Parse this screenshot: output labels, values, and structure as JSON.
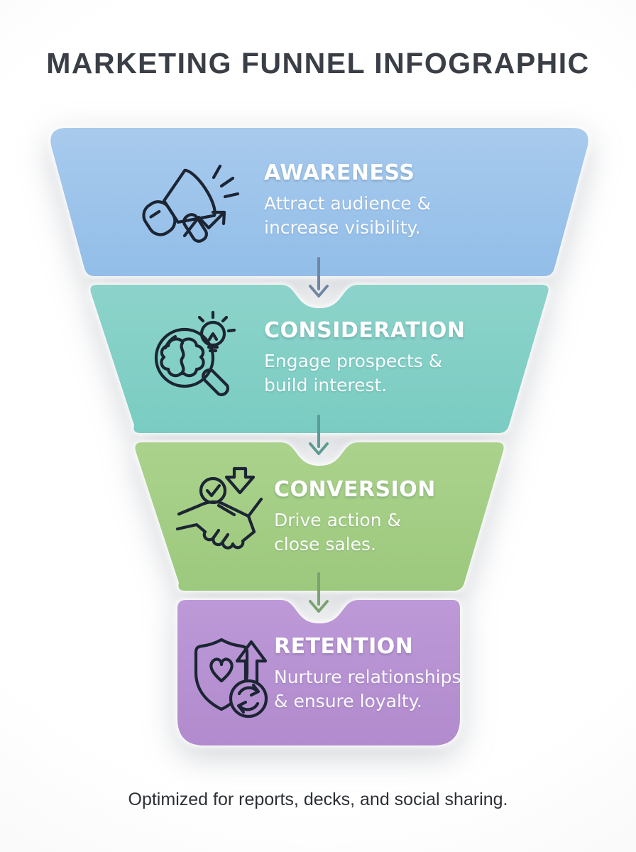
{
  "page": {
    "title": "MARKETING FUNNEL INFOGRAPHIC",
    "footer": "Optimized for reports, decks, and social sharing."
  },
  "funnel": {
    "icon_stroke": "#1c2533",
    "sections": [
      {
        "id": "awareness",
        "heading": "AWARENESS",
        "desc_lines": [
          "Attract audience &",
          "increase visibility."
        ],
        "fill_top": "#a8caed",
        "fill_bottom": "#92bee8",
        "arrow_color": "#6f87a3",
        "icon": "megaphone-icon"
      },
      {
        "id": "consideration",
        "heading": "CONSIDERATION",
        "desc_lines": [
          "Engage prospects &",
          "build interest."
        ],
        "fill_top": "#8cd3ca",
        "fill_bottom": "#7accc2",
        "arrow_color": "#5c9b93",
        "icon": "search-brain-icon"
      },
      {
        "id": "conversion",
        "heading": "CONVERSION",
        "desc_lines": [
          "Drive action &",
          "close sales."
        ],
        "fill_top": "#abd28c",
        "fill_bottom": "#9cc97d",
        "arrow_color": "#7aa371",
        "icon": "handshake-icon"
      },
      {
        "id": "retention",
        "heading": "RETENTION",
        "desc_lines": [
          "Nurture relationships",
          "& ensure loyalty."
        ],
        "fill_top": "#bd99d8",
        "fill_bottom": "#b18bcd",
        "badge_fill": "#b691d2",
        "icon": "shield-heart-icon"
      }
    ]
  }
}
